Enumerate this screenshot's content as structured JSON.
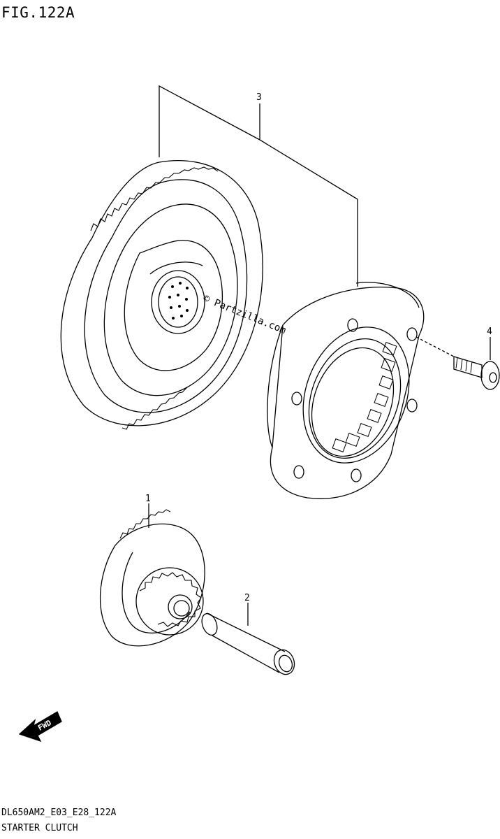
{
  "figure": {
    "title": "FIG.122A",
    "watermark": "© Partzilla.com"
  },
  "callouts": [
    {
      "id": "3",
      "label": "3"
    },
    {
      "id": "4",
      "label": "4"
    },
    {
      "id": "1",
      "label": "1"
    },
    {
      "id": "2",
      "label": "2"
    }
  ],
  "fwd_label": "FWD",
  "footer": {
    "code": "DL650AM2_E03_E28_122A",
    "name": "STARTER CLUTCH"
  },
  "colors": {
    "line": "#000000",
    "background": "#ffffff"
  }
}
